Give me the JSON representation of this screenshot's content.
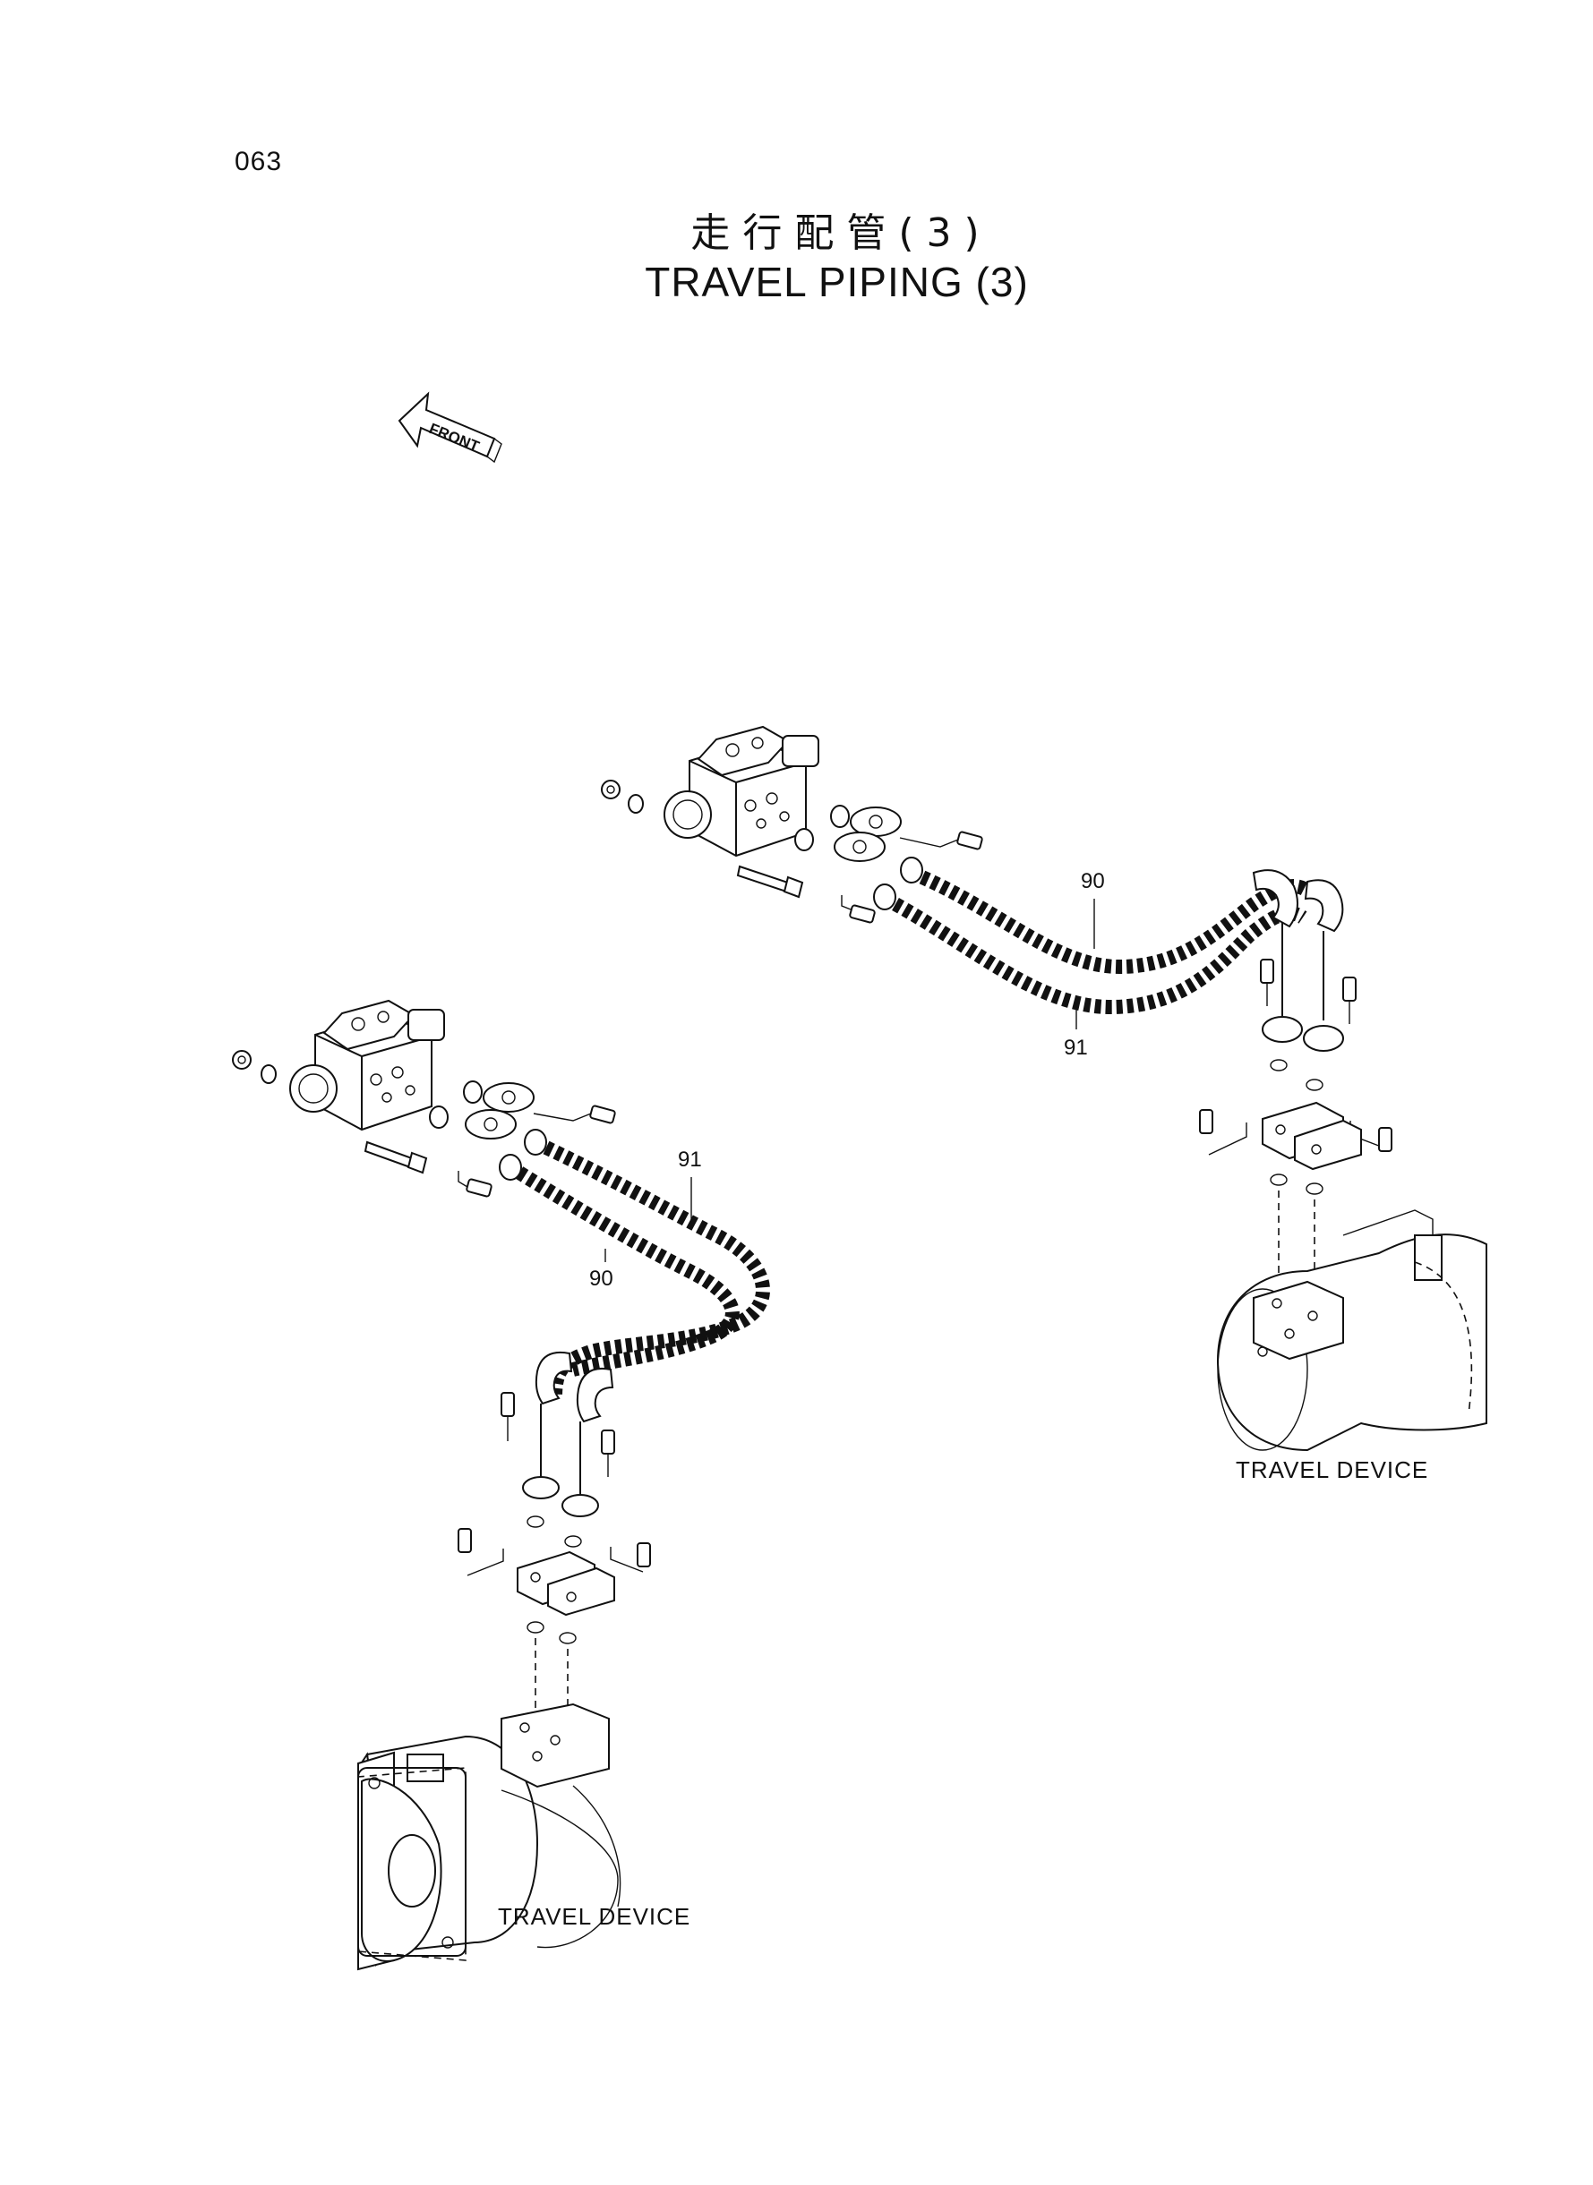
{
  "page_number": "063",
  "title_jp": "走行配管(3)",
  "title_en": "TRAVEL PIPING (3)",
  "front_arrow": {
    "label": "FRONT",
    "icon": "front-direction-arrow-icon"
  },
  "part_labels": {
    "upper_hose_a": "90",
    "upper_hose_b": "91",
    "lower_hose_a": "91",
    "lower_hose_b": "90"
  },
  "devices": {
    "right": "TRAVEL DEVICE",
    "left": "TRAVEL DEVICE"
  }
}
